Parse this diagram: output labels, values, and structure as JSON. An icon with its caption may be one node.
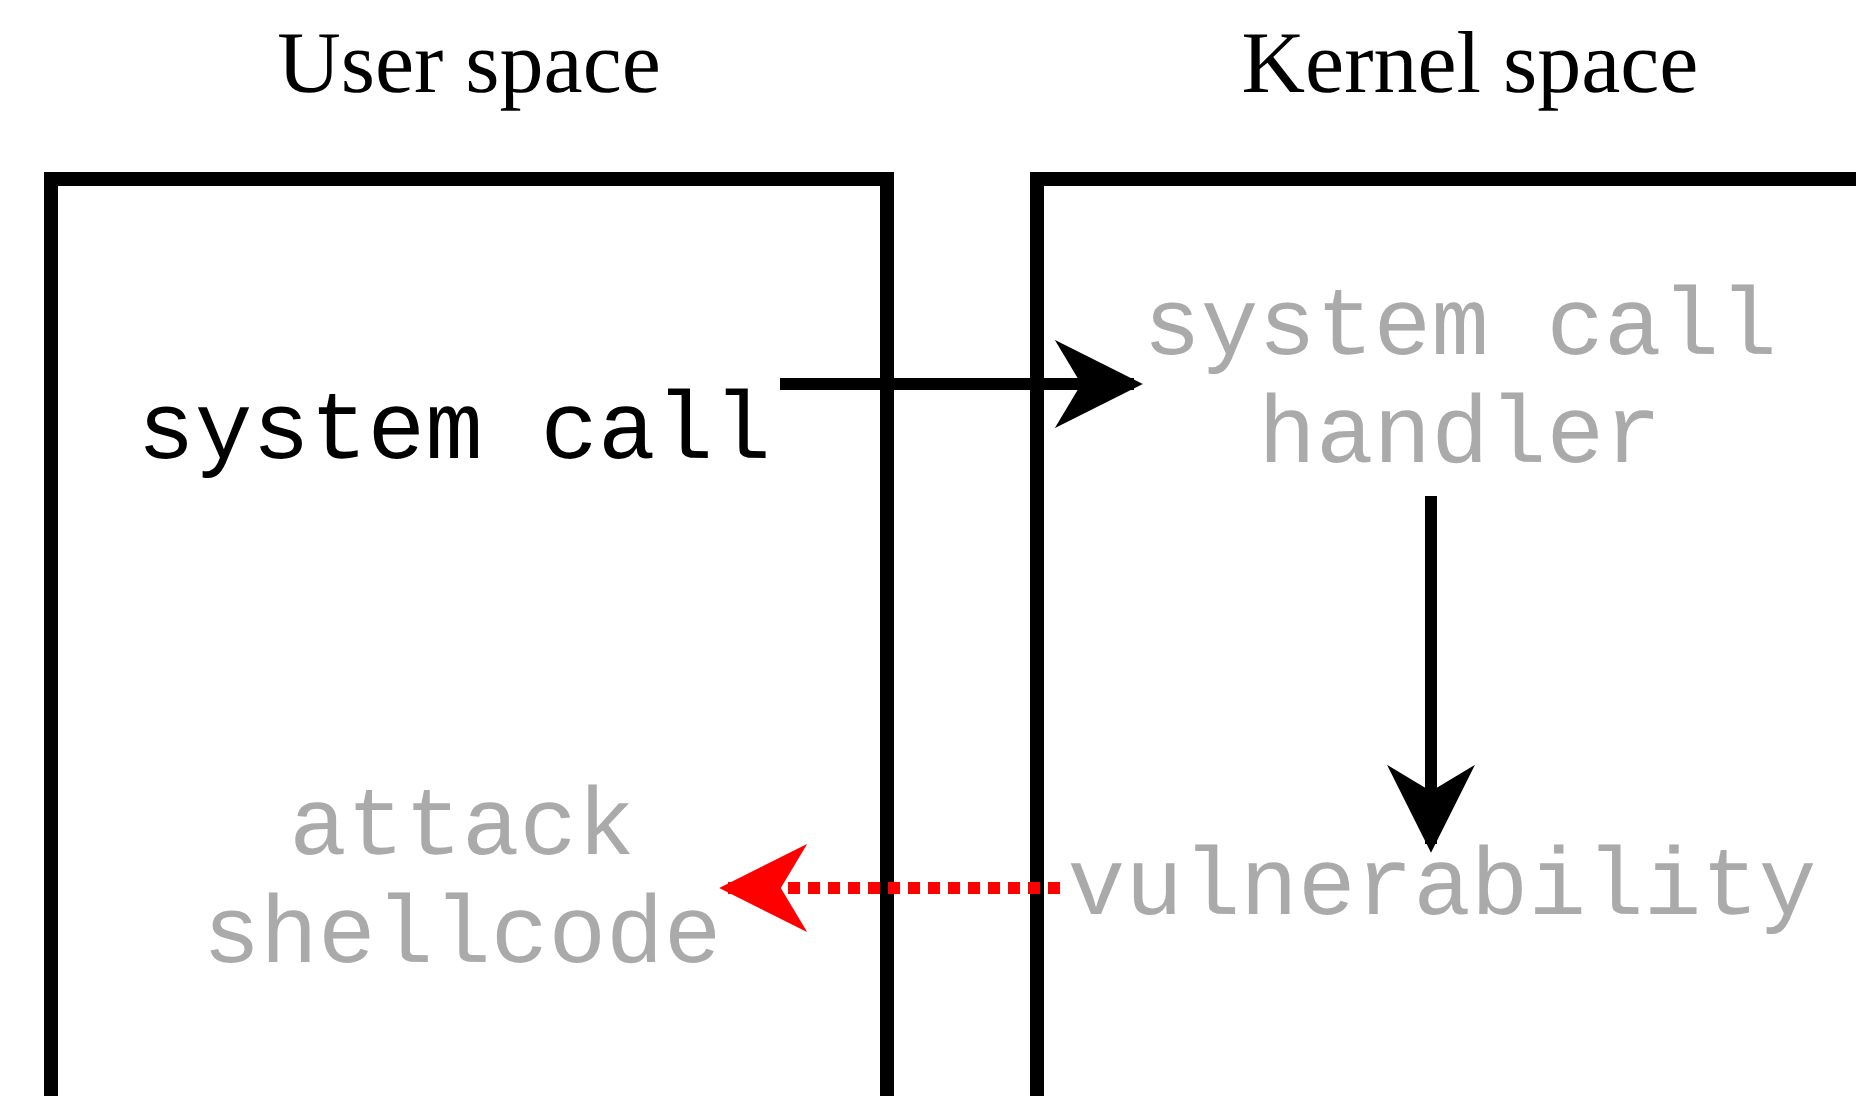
{
  "diagram": {
    "nodes": [
      {
        "text": [
          "User space"
        ]
      },
      {
        "text": [
          "Kernel space"
        ]
      },
      {
        "text": [
          "system call"
        ],
        "in": 0
      },
      {
        "text": [
          "system call handler"
        ],
        "in": 1
      },
      {
        "text": [
          "attack shellcode"
        ],
        "in": 0
      },
      {
        "text": [
          "vulnerability"
        ],
        "in": 1
      }
    ],
    "edges": [
      {
        "from": 2,
        "to": 3,
        "arrow": "to"
      },
      {
        "from": 3,
        "to": 5,
        "arrow": "to"
      },
      {
        "from": 5,
        "to": 4,
        "arrow": "to",
        "style": "dashed",
        "color": "#ff0000"
      }
    ]
  }
}
